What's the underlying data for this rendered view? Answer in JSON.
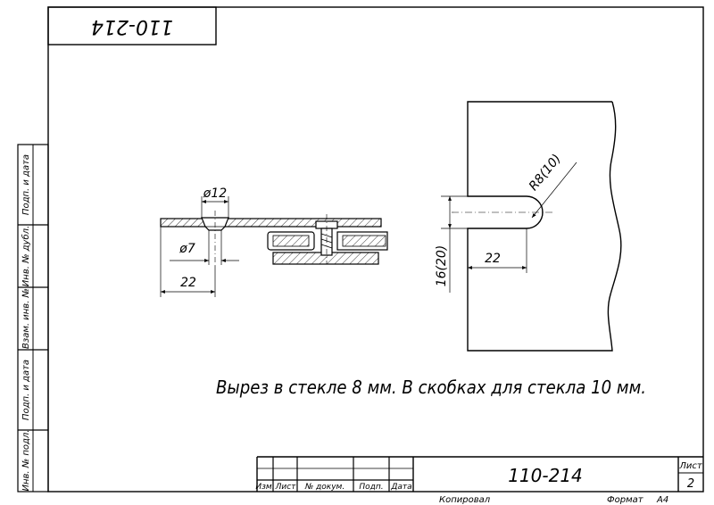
{
  "sheet": {
    "code_top": "110-214",
    "code_title_block": "110-214"
  },
  "side_stamp": {
    "podp_i_data_1": "Подп. и дата",
    "inv_dubl": "Инв. № дубл.",
    "vzam_inv": "Взам. инв. №",
    "podp_i_data_2": "Подп. и дата",
    "inv_podl": "Инв. № подл."
  },
  "title_block": {
    "izm": "Изм.",
    "list": "Лист",
    "n_dokum": "№ докум.",
    "podp": "Подп.",
    "data": "Дата",
    "list_label": "Лист",
    "list_number": "2",
    "kopiroval": "Копировал",
    "format": "Формат",
    "format_value": "A4"
  },
  "drawing": {
    "dim_d12": "ø12",
    "dim_d7": "ø7",
    "dim_22_left": "22",
    "dim_r8": "R8(10)",
    "dim_16": "16(20)",
    "dim_22_right": "22"
  },
  "note": "Вырез в стекле 8 мм. В скобках для стекла 10 мм."
}
